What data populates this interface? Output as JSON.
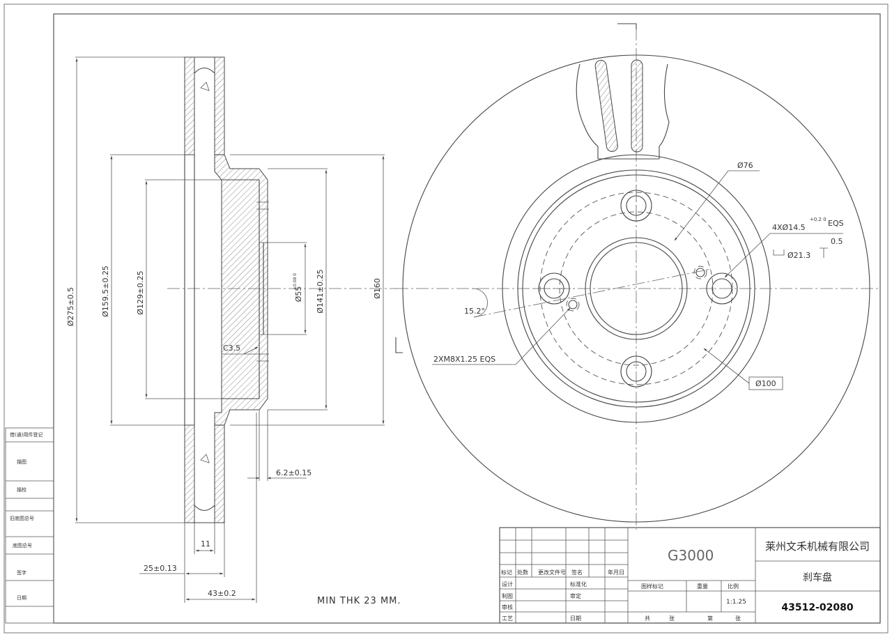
{
  "side_view": {
    "dims": {
      "d275": "Ø275±0.5",
      "d159": "Ø159.5±0.25",
      "d129": "Ø129±0.25",
      "d55": "Ø55",
      "d55_tol": "+0.08 0",
      "d141": "Ø141±0.25",
      "d160": "Ø160",
      "c35": "C3.5",
      "t62": "6.2±0.15",
      "w11": "11",
      "w25": "25±0.13",
      "w43": "43±0.2"
    },
    "note": "MIN THK 23 MM."
  },
  "front_view": {
    "dims": {
      "d76": "Ø76",
      "holes": "4XØ14.5",
      "holes_tol": "+0.2 0",
      "holes_eqs": "EQS",
      "cbore": "Ø21.3",
      "cbore_depth": "0.5",
      "angle": "15.2°",
      "thread": "2XM8X1.25 EQS",
      "d100": "Ø100"
    }
  },
  "title_block": {
    "drawing_no": "G3000",
    "company": "莱州文禾机械有限公司",
    "part_name": "刹车盘",
    "part_no": "43512-02080",
    "scale": "1:1.25",
    "rev_headers": [
      "标记",
      "处数",
      "更改文件号",
      "签名",
      "年月日"
    ],
    "sign_rows": [
      [
        "设计",
        "标准化"
      ],
      [
        "制图",
        "审定"
      ],
      [
        "审核",
        ""
      ],
      [
        "工艺",
        "日期"
      ]
    ],
    "stage_headers": [
      "图样标记",
      "重量",
      "比例"
    ],
    "sheets": [
      "共",
      "张",
      "第",
      "张"
    ]
  },
  "side_table": {
    "rows": [
      "借(通)用件登记",
      "描图",
      "描校",
      "旧底图总号",
      "底图总号",
      "签字",
      "日期"
    ]
  }
}
